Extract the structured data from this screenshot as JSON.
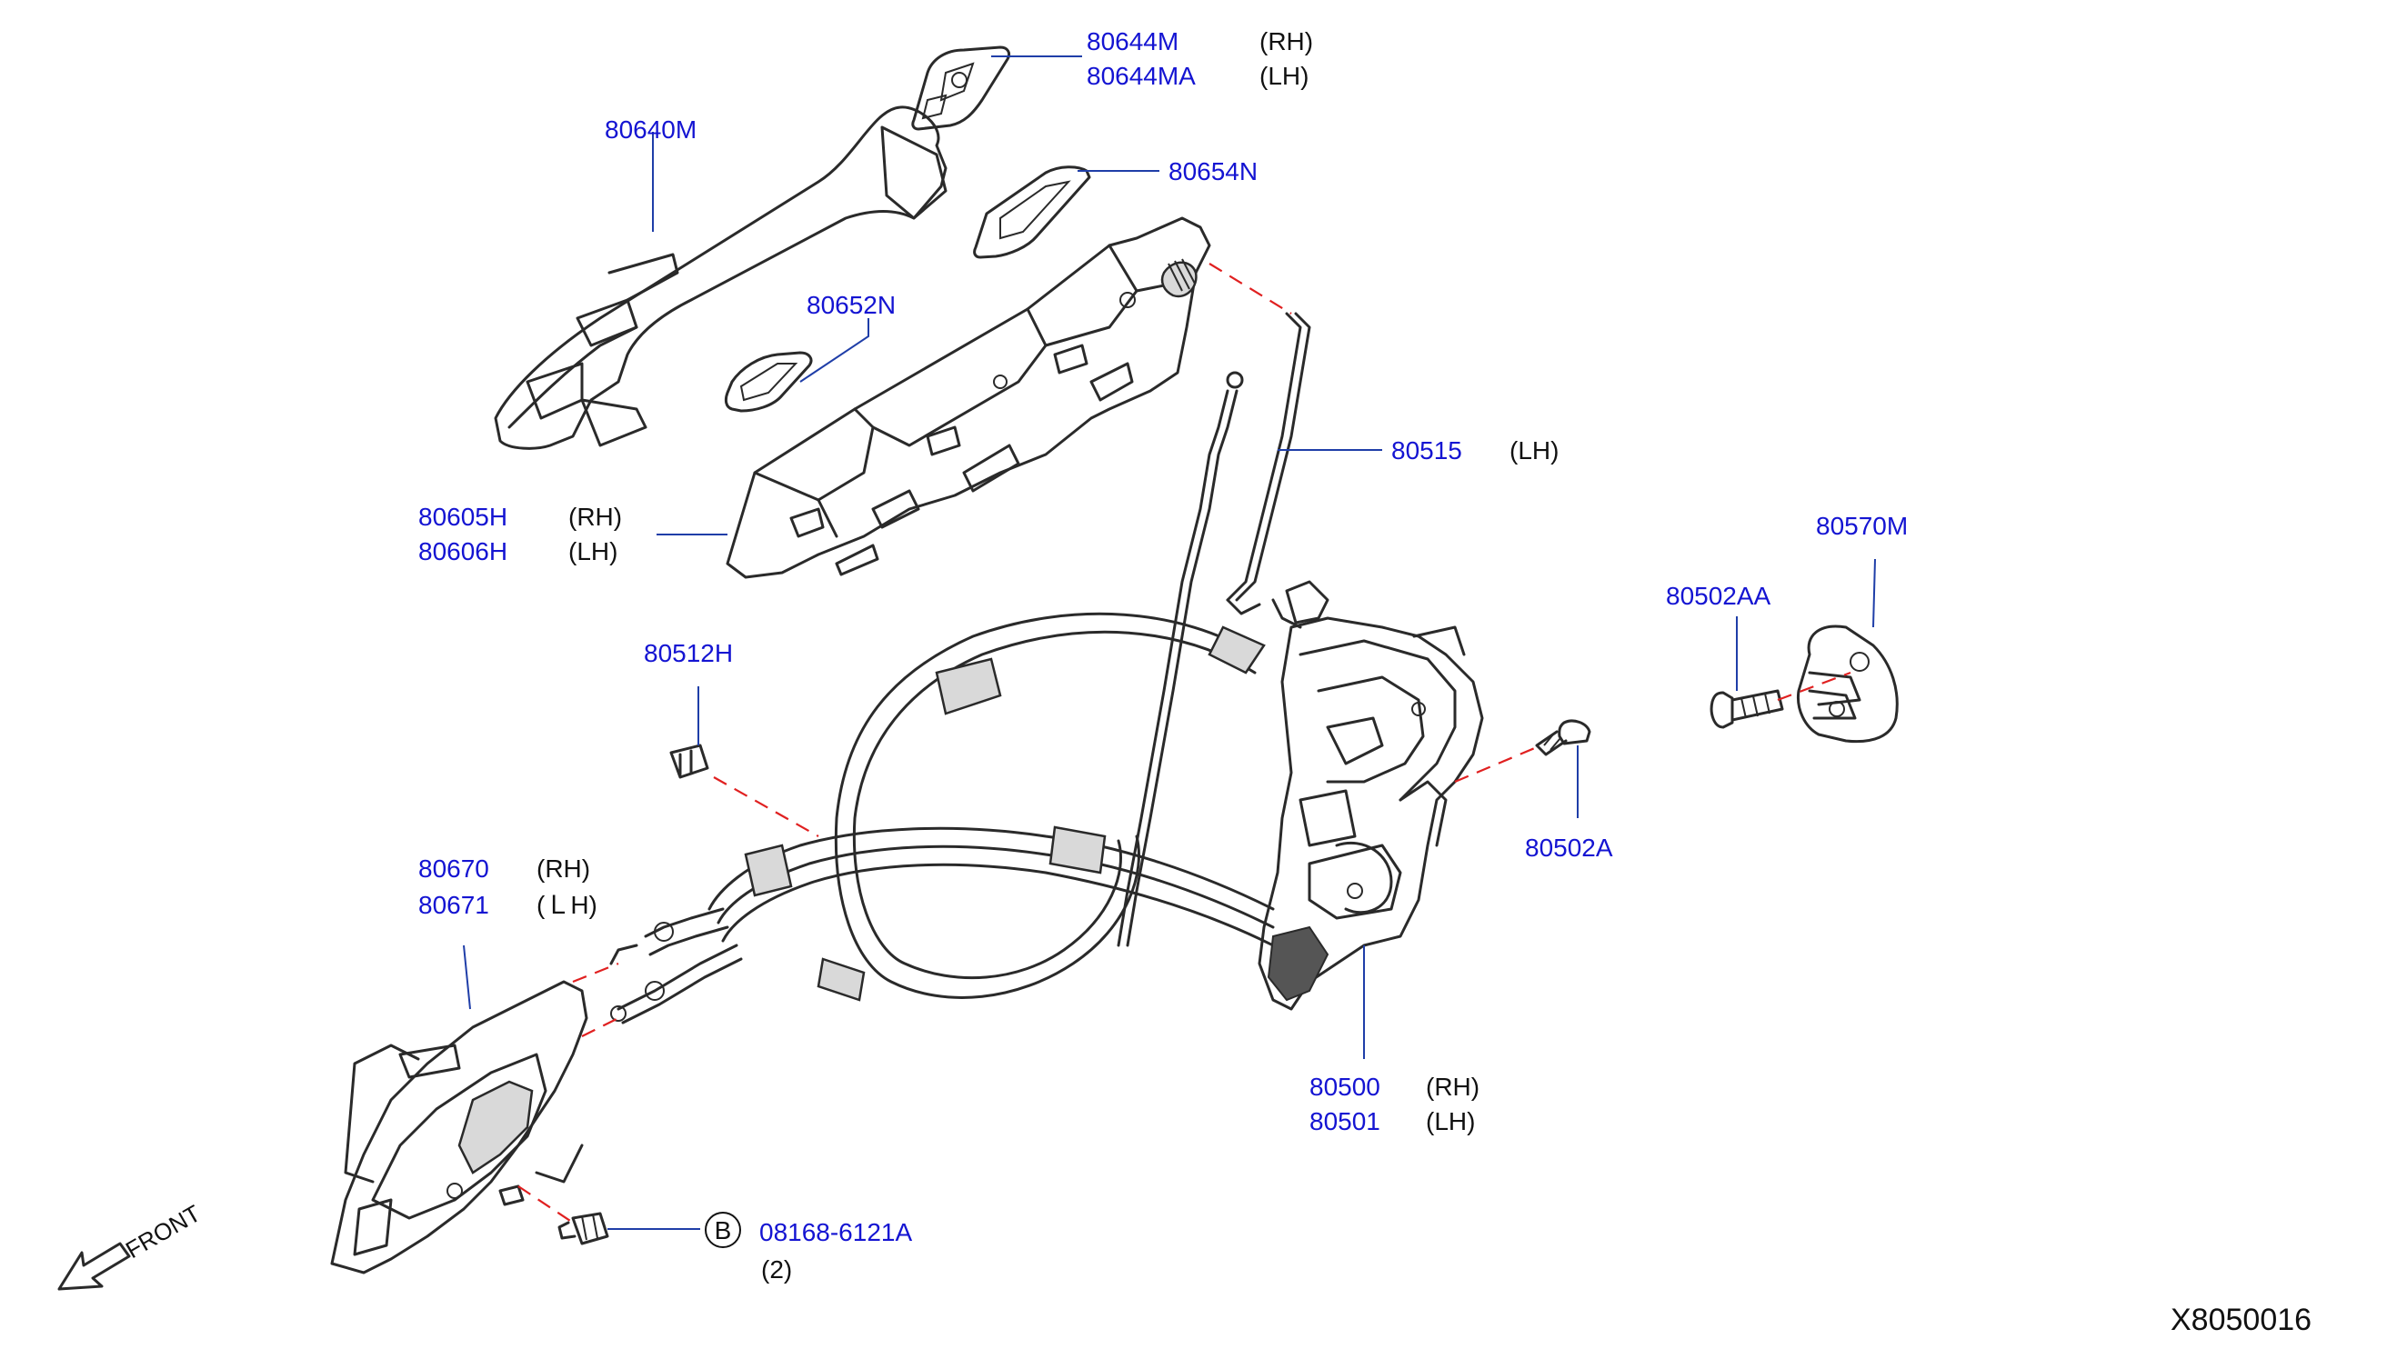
{
  "labels": {
    "p80644M": "80644M",
    "p80644MA": "80644MA",
    "p80644M_side": "(RH)",
    "p80644MA_side": "(LH)",
    "p80640M": "80640M",
    "p80654N": "80654N",
    "p80652N": "80652N",
    "p80515": "80515",
    "p80515_side": "(LH)",
    "p80605H": "80605H",
    "p80606H": "80606H",
    "p80605H_side": "(RH)",
    "p80606H_side": "(LH)",
    "p80570M": "80570M",
    "p80502AA": "80502AA",
    "p80512H": "80512H",
    "p80502A": "80502A",
    "p80670": "80670",
    "p80671": "80671",
    "p80670_side": "(RH)",
    "p80671_side": "(ＬH)",
    "p80500": "80500",
    "p80501": "80501",
    "p80500_side": "(RH)",
    "p80501_side": "(LH)",
    "bolt_circle": "B",
    "bolt_part": "08168-6121A",
    "bolt_qty": "(2)",
    "front": "FRONT",
    "diagram_id": "X8050016"
  }
}
